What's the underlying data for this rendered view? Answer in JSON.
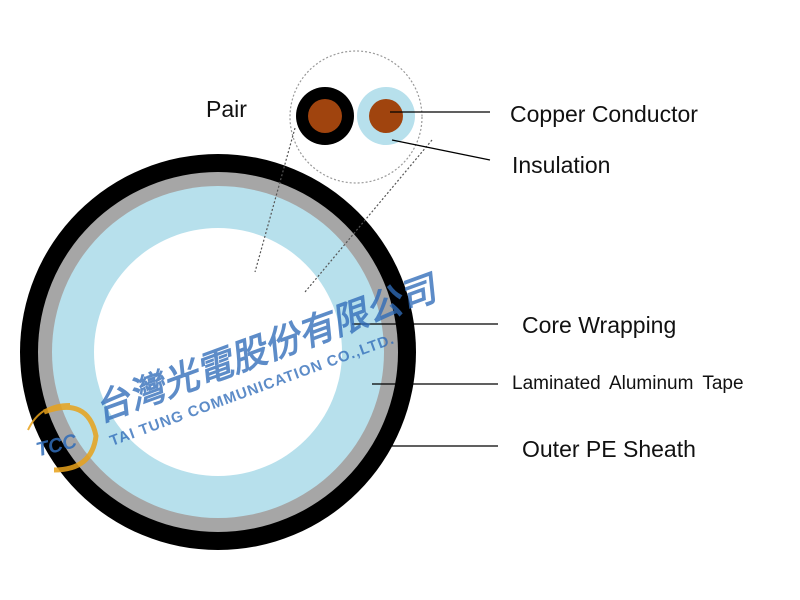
{
  "labels": {
    "pair": "Pair",
    "copper_conductor": "Copper Conductor",
    "insulation": "Insulation",
    "core_wrapping": "Core Wrapping",
    "laminated_aluminum_tape": "Laminated Aluminum Tape",
    "outer_pe_sheath": "Outer PE Sheath"
  },
  "watermark": {
    "logo_text": "TCC",
    "chinese": "台灣光電股份有限公司",
    "english": "TAI TUNG COMMUNICATION CO.,LTD."
  },
  "colors": {
    "outer_sheath": "#000000",
    "aluminum_tape": "#a6a6a6",
    "core_wrapping": "#b7e0ec",
    "core_inside": "#ffffff",
    "copper": "#a0440e",
    "pair_black_insulation": "#000000",
    "pair_blue_insulation": "#b7e0ec",
    "watermark": "#2f6cb8",
    "logo_accent": "#e8a21a"
  }
}
